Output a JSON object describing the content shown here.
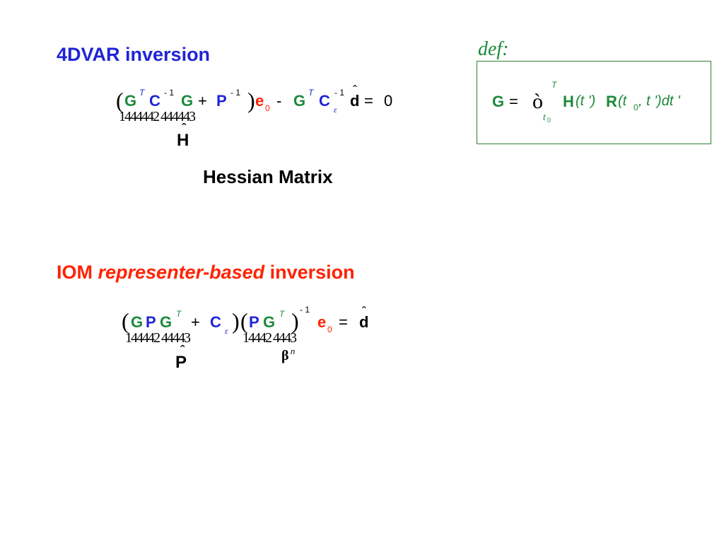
{
  "colors": {
    "blue": "#1f24d6",
    "red": "#ff2200",
    "green": "#1c8a3a",
    "black": "#000000",
    "box_border": "#2e7d32"
  },
  "section_4dvar": {
    "title": "4DVAR inversion",
    "equation": {
      "lparen": "(",
      "G1": "G",
      "T1": "T",
      "C1": "C",
      "m1": "- 1",
      "G2": "G",
      "plus": "+",
      "P": "P",
      "m2": "- 1",
      "rparen": ")",
      "e": "e",
      "e_sub": "0",
      "minus": "-",
      "G3": "G",
      "T2": "T",
      "C2": "C",
      "eps": "ε",
      "m3": "- 1",
      "d": "d",
      "d_hat": "ˆ",
      "equals": "=",
      "zero": "0"
    },
    "underbrace_glyphs": "1444442 444443",
    "underlabel": "H",
    "underlabel_hat": "ˆ",
    "caption": "Hessian Matrix"
  },
  "definition": {
    "label": "def:",
    "formula": {
      "G": "G",
      "equals": "=",
      "integral": "ò",
      "upper": "T",
      "lower": "t",
      "lower_sub": "0",
      "H": "H",
      "H_args": "(t ')",
      "R": "R",
      "R_open": "(t",
      "R_sub": "0",
      "R_rest": ", t ')dt '"
    }
  },
  "section_iom": {
    "title_pre": "IOM ",
    "title_italic": "representer-based",
    "title_post": " inversion",
    "equation": {
      "lparen1": "(",
      "GPG_G1": "G",
      "GPG_P": "P",
      "GPG_G2": "G",
      "T1": "T",
      "plus": "+",
      "C": "C",
      "eps": "ε",
      "rparen1": ")",
      "lparen2": "(",
      "P": "P",
      "G": "G",
      "T2": "T",
      "rparen2": ")",
      "m1": "- 1",
      "e": "e",
      "e_sub": "0",
      "equals": "=",
      "d": "d",
      "d_hat": "ˆ"
    },
    "underbrace1_glyphs": "144442 44443",
    "underbrace2_glyphs": "14442 4443",
    "underlabel1": "P",
    "underlabel1_hat": "ˆ",
    "underlabel2": "β",
    "underlabel2_sup": "n"
  }
}
